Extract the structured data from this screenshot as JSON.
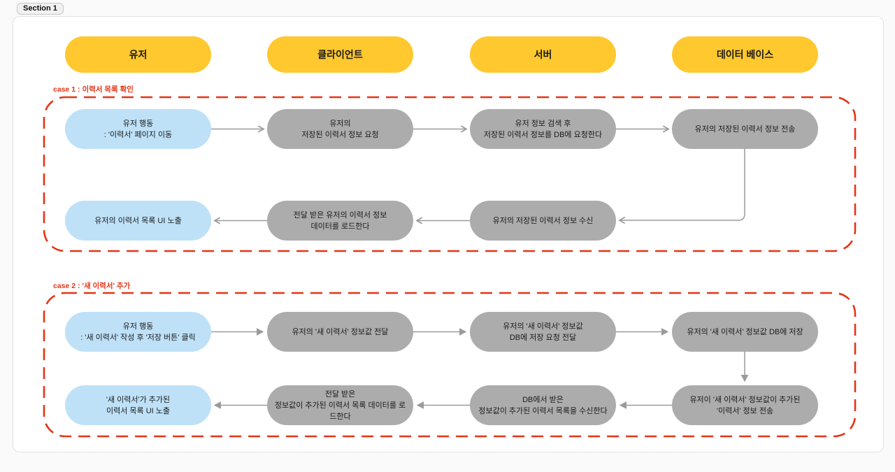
{
  "badge": {
    "label": "Section 1"
  },
  "lanes": {
    "user": "유저",
    "client": "클라이언트",
    "server": "서버",
    "database": "데이터 베이스"
  },
  "colors": {
    "lane_fill": "#ffc82e",
    "user_node_fill": "#bee1f8",
    "process_node_fill": "#acacac",
    "case_border": "#e53517",
    "arrow": "#9b9b9b"
  },
  "case1": {
    "title": "case 1 : 이력서 목록 확인",
    "row1": {
      "user": {
        "l1": "유저 행동",
        "l2": ": '이력서' 페이지 이동"
      },
      "client": {
        "l1": "유저의",
        "l2": "저장된 이력서 정보 요청"
      },
      "server": {
        "l1": "유저 정보 검색 후",
        "l2": "저장된 이력서 정보를 DB에 요청한다"
      },
      "database": {
        "l1": "유저의 저장된 이력서 정보 전송"
      }
    },
    "row2": {
      "user": {
        "l1": "유저의 이력서 목록 UI 노출"
      },
      "client": {
        "l1": "전달 받은 유저의 이력서 정보",
        "l2": "데이터를 로드한다"
      },
      "server": {
        "l1": "유저의 저장된 이력서 정보 수신"
      }
    }
  },
  "case2": {
    "title": "case 2 : '새 이력서' 추가",
    "row1": {
      "user": {
        "l1": "유저 행동",
        "l2": ": '새 이력서' 작성 후 '저장 버튼' 클릭"
      },
      "client": {
        "l1": "유저의 '새 이력서' 정보값 전달"
      },
      "server": {
        "l1": "유저의 '새 이력서' 정보값",
        "l2": "DB에 저장 요청 전달"
      },
      "database": {
        "l1": "유저의 '새 이력서' 정보값 DB에 저장"
      }
    },
    "row2": {
      "user": {
        "l1": "'새 이력서'가 추가된",
        "l2": "이력서 목록 UI 노출"
      },
      "client": {
        "l1": "전달 받은",
        "l2": "정보값이 추가된 이력서 목록 데이터를 로드한다"
      },
      "server": {
        "l1": "DB에서 받은",
        "l2": "정보값이 추가된 이력서 목록을 수신한다"
      },
      "database": {
        "l1": "유저이 '새 이력서' 정보값이 추가된",
        "l2": "'이력서' 정보 전송"
      }
    }
  }
}
